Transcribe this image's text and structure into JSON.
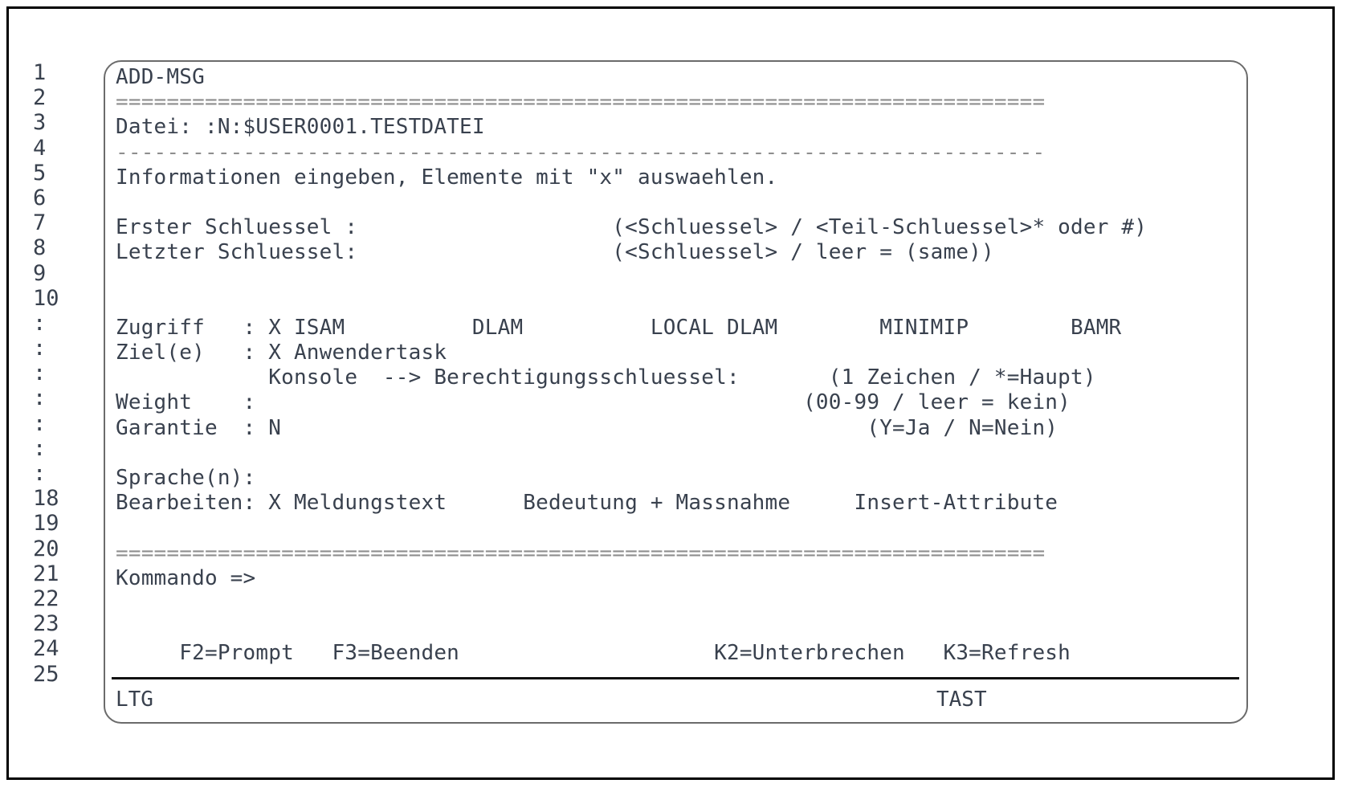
{
  "terminal": {
    "title": "ADD-MSG",
    "gutter": {
      "labels": [
        "1",
        "2",
        "3",
        "4",
        "5",
        "6",
        "7",
        "8",
        "9",
        "10",
        ":",
        ":",
        ":",
        ":",
        ":",
        ":",
        ":",
        "18",
        "19",
        "20",
        "21",
        "22",
        "23",
        "24",
        "25"
      ]
    },
    "lines": [
      {
        "id": "line-title",
        "kind": "text",
        "text": "ADD-MSG"
      },
      {
        "id": "line-rule-top",
        "kind": "rule",
        "text": "========================================================================="
      },
      {
        "id": "line-datei",
        "kind": "text",
        "text": "Datei: :N:$USER0001.TESTDATEI"
      },
      {
        "id": "line-rule-dash",
        "kind": "rule",
        "text": "-------------------------------------------------------------------------"
      },
      {
        "id": "line-info",
        "kind": "text",
        "text": "Informationen eingeben, Elemente mit \"x\" auswaehlen."
      },
      {
        "id": "line-blank-1",
        "kind": "blank",
        "text": " "
      },
      {
        "id": "line-erster",
        "kind": "text",
        "text": "Erster Schluessel :                    (<Schluessel> / <Teil-Schluessel>* oder #)"
      },
      {
        "id": "line-letzter",
        "kind": "text",
        "text": "Letzter Schluessel:                    (<Schluessel> / leer = (same))"
      },
      {
        "id": "line-blank-2",
        "kind": "blank",
        "text": " "
      },
      {
        "id": "line-blank-3",
        "kind": "blank",
        "text": " "
      },
      {
        "id": "line-zugriff",
        "kind": "text",
        "text": "Zugriff   : X ISAM          DLAM          LOCAL DLAM        MINIMIP        BAMR"
      },
      {
        "id": "line-ziel",
        "kind": "text",
        "text": "Ziel(e)   : X Anwendertask"
      },
      {
        "id": "line-konsole",
        "kind": "text",
        "text": "            Konsole  --> Berechtigungsschluessel:       (1 Zeichen / *=Haupt)"
      },
      {
        "id": "line-weight",
        "kind": "text",
        "text": "Weight    :                                           (00-99 / leer = kein)"
      },
      {
        "id": "line-garantie",
        "kind": "text",
        "text": "Garantie  : N                                              (Y=Ja / N=Nein)"
      },
      {
        "id": "line-blank-4",
        "kind": "blank",
        "text": " "
      },
      {
        "id": "line-sprache",
        "kind": "text",
        "text": "Sprache(n):"
      },
      {
        "id": "line-bearbeiten",
        "kind": "text",
        "text": "Bearbeiten: X Meldungstext      Bedeutung + Massnahme     Insert-Attribute"
      },
      {
        "id": "line-blank-5",
        "kind": "blank",
        "text": " "
      },
      {
        "id": "line-rule-bottom",
        "kind": "rule",
        "text": "========================================================================="
      },
      {
        "id": "line-kommando",
        "kind": "text",
        "text": "Kommando =>"
      },
      {
        "id": "line-blank-6",
        "kind": "blank",
        "text": " "
      },
      {
        "id": "line-blank-7",
        "kind": "blank",
        "text": " "
      },
      {
        "id": "line-fkeys",
        "kind": "text",
        "text": "     F2=Prompt   F3=Beenden                    K2=Unterbrechen   K3=Refresh"
      },
      {
        "id": "line-blank-8",
        "kind": "blank",
        "text": " "
      }
    ],
    "status": {
      "left": "LTG",
      "right": "TAST"
    }
  },
  "colors": {
    "text": "#39414e",
    "rule": "#8e8e8e",
    "frame": "#6b6b6b",
    "outer_border": "#000000",
    "background": "#ffffff"
  }
}
